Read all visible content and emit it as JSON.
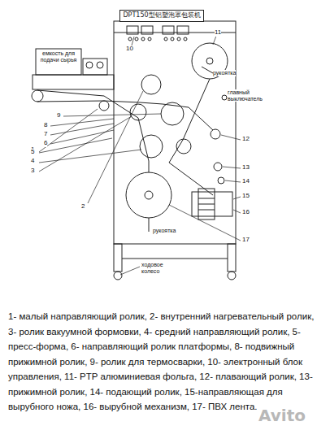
{
  "diagram": {
    "caption": "1- малый направляющий ролик, 2- внутренний нагревательный ролик, 3- ролик вакуумной формовки, 4- средний направляющий ролик, 5- пресс-форма, 6- направляющий ролик платформы, 8- подвижный прижимной ролик, 9- ролик для термосварки, 10- электронный блок управления, 11- PTP алюминиевая фольга, 12- плавающий ролик, 13- прижимной ролик, 14- подающий ролик, 15-направляющая для вырубного ножа, 16- вырубной механизм, 17- ПВХ лента.",
    "nodes": [
      {
        "text": [
          "DPT150型铝塑泡罩包装机"
        ]
      }
    ],
    "labels": [
      "емкость для подачи сырья",
      "рукоятка",
      "главный выключатель",
      "рукоятка",
      "ходовое колесо",
      "1",
      "2",
      "3",
      "4",
      "5",
      "6",
      "7",
      "8",
      "9",
      "10",
      "11",
      "12",
      "13",
      "14",
      "15",
      "16",
      "17",
      "Avito"
    ]
  }
}
